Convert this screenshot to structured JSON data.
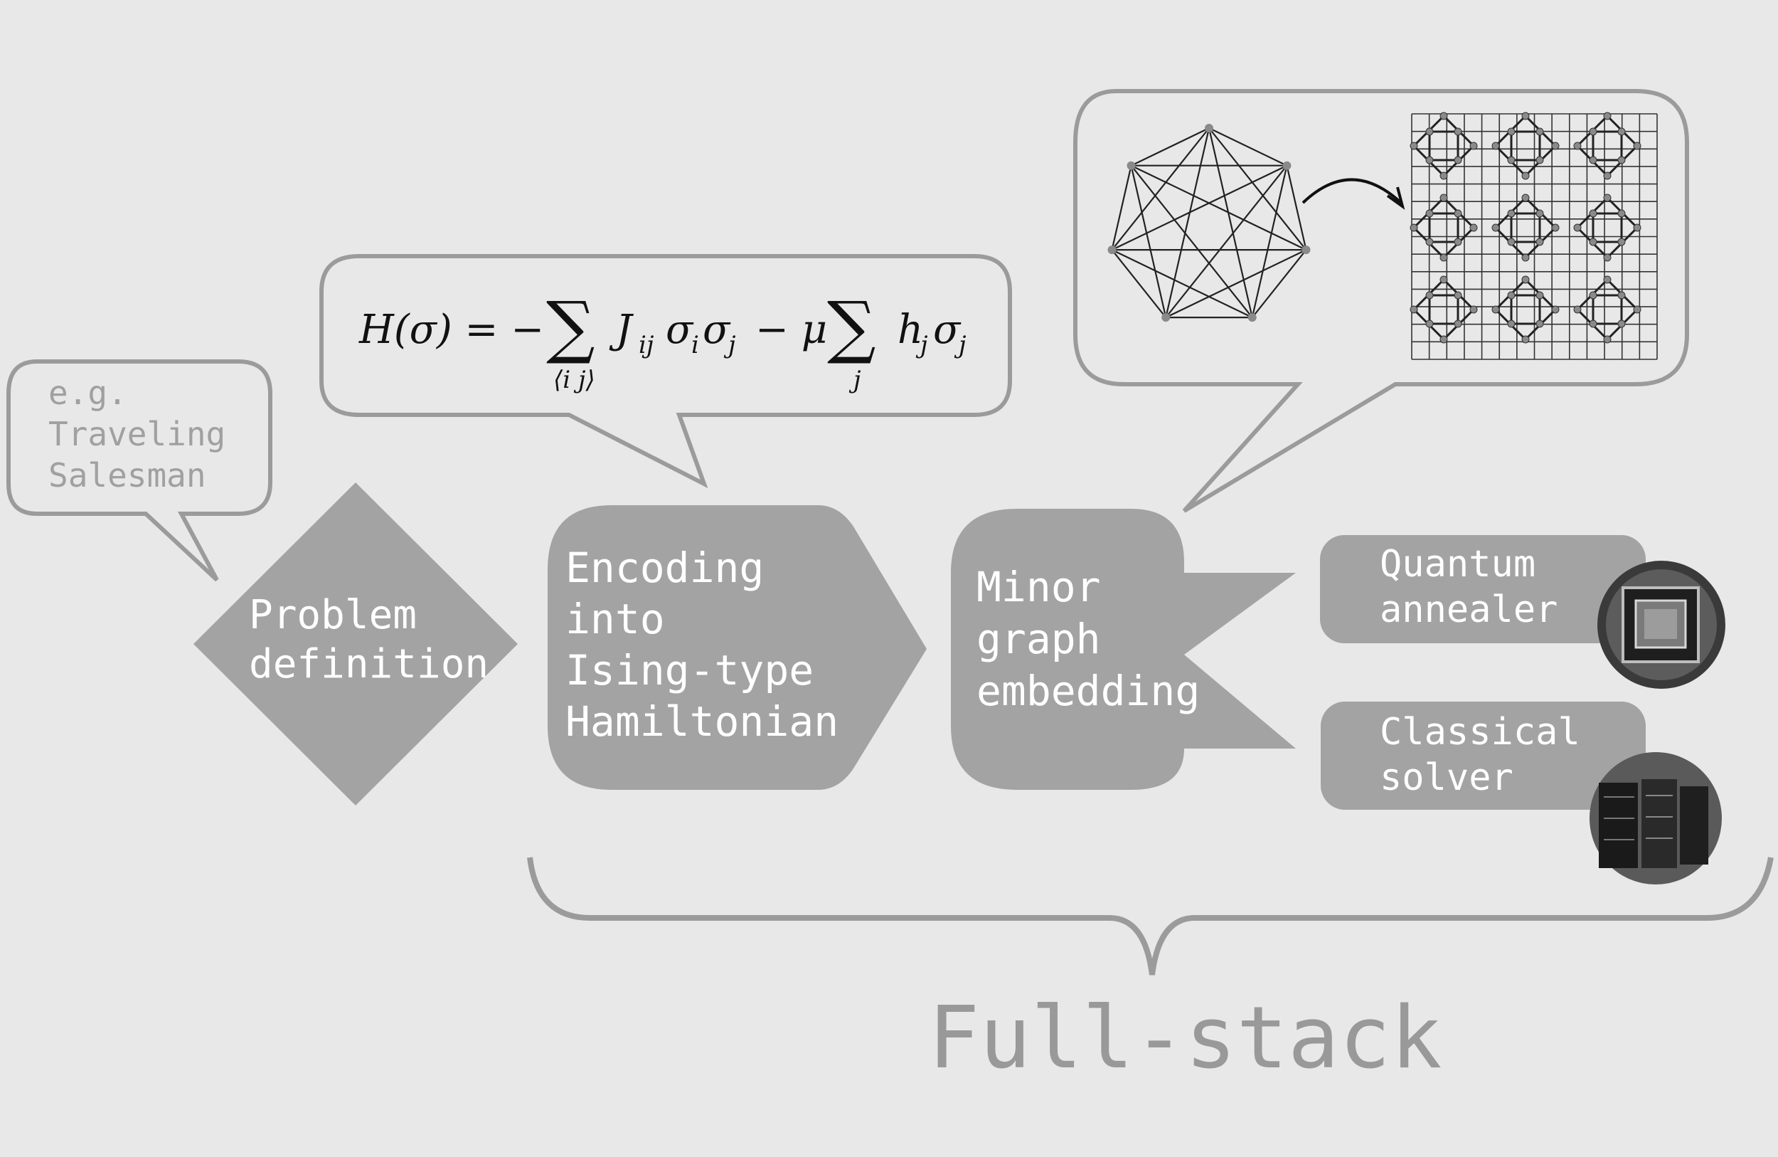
{
  "example_bubble": {
    "lines": [
      "e.g.",
      "Traveling",
      "Salesman"
    ]
  },
  "steps": {
    "problem": {
      "lines": [
        "Problem",
        "definition"
      ]
    },
    "encoding": {
      "lines": [
        "Encoding",
        "into",
        "Ising-type",
        "Hamiltonian"
      ]
    },
    "embedding": {
      "lines": [
        "Minor",
        "graph",
        "embedding"
      ]
    }
  },
  "hamiltonian": {
    "lhs": "H(σ) = −",
    "sum1_sub": "⟨i j⟩",
    "term1": "J",
    "term1_sub": "ij",
    "term1_rest": "σ",
    "term1_i": "i",
    "term1_sj": "σ",
    "term1_j": "j",
    "minus_mu": "− μ",
    "sum2_sub": "j",
    "term2": "h",
    "term2_sub": "j",
    "term2_s": "σ",
    "term2_j": "j"
  },
  "solvers": {
    "quantum": {
      "lines": [
        "Quantum",
        "annealer"
      ]
    },
    "classical": {
      "lines": [
        "Classical",
        "solver"
      ]
    }
  },
  "bracket_label": "Full-stack",
  "colors": {
    "background": "#e8e8e8",
    "shape_fill": "#a3a3a3",
    "outline": "#9b9b9b",
    "white_text": "#ffffff",
    "muted_text": "#a0a0a0",
    "fullstack_text": "#999999"
  }
}
